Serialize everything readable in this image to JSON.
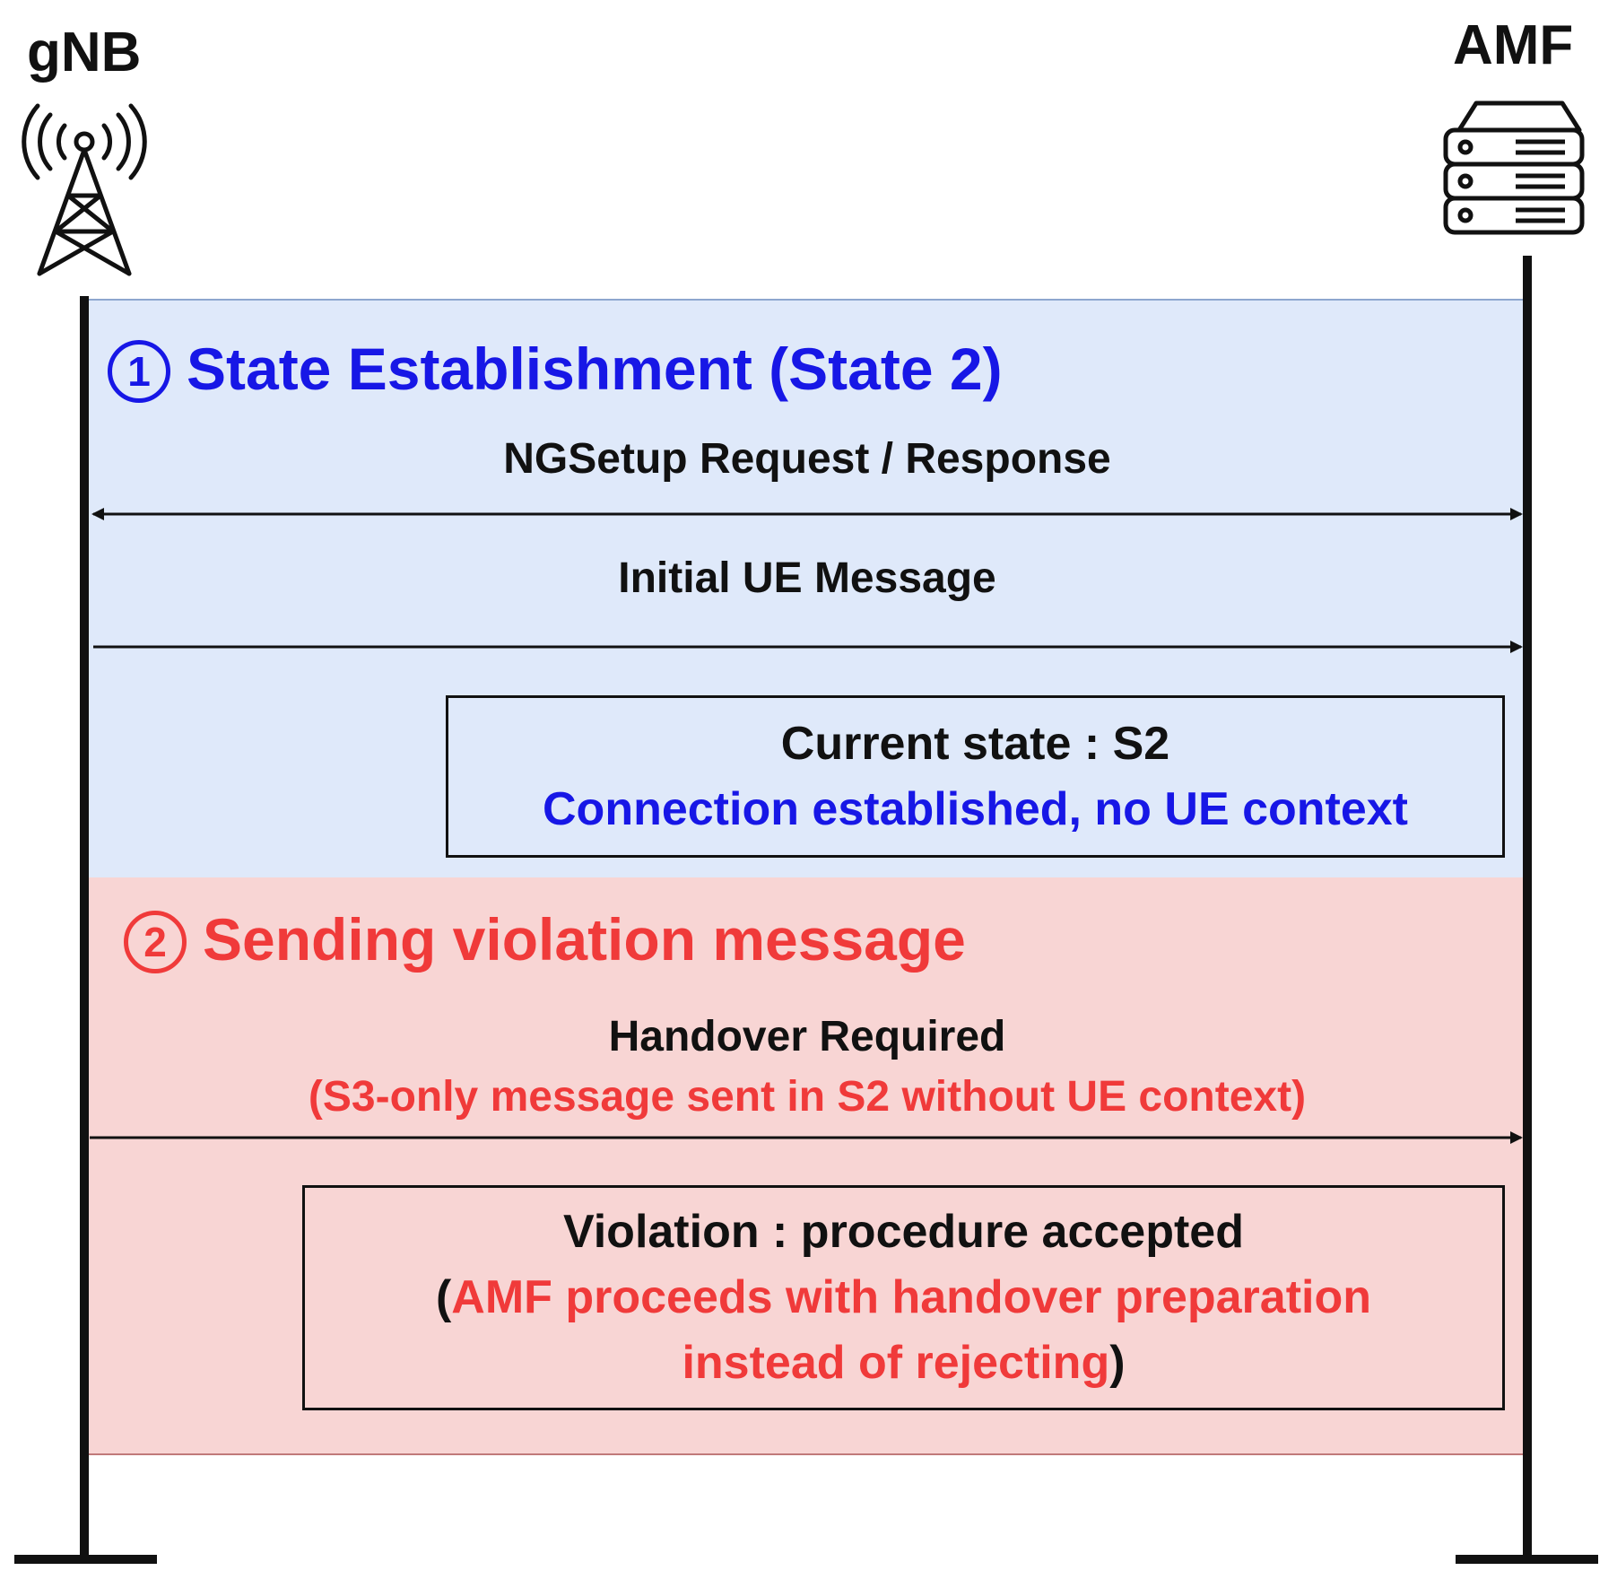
{
  "actors": {
    "left": {
      "label": "gNB",
      "icon": "cell-tower-icon"
    },
    "right": {
      "label": "AMF",
      "icon": "server-icon"
    }
  },
  "phases": [
    {
      "number": "1",
      "title": "State Establishment (State 2)",
      "color": "#1717e6",
      "background": "#dfe9fa",
      "messages": [
        {
          "label": "NGSetup Request / Response",
          "direction": "bidirectional"
        },
        {
          "label": "Initial UE Message",
          "direction": "gNB-to-AMF"
        }
      ],
      "state_box": {
        "line1": "Current state : S2",
        "line2": "Connection established, no UE context"
      }
    },
    {
      "number": "2",
      "title": "Sending violation message",
      "color": "#f03a3a",
      "background": "#f8d5d4",
      "messages": [
        {
          "label": "Handover Required",
          "note": "(S3-only message sent in S2 without UE context)",
          "direction": "gNB-to-AMF"
        }
      ],
      "state_box": {
        "line1": "Violation : procedure accepted",
        "open_paren": "(",
        "line2": "AMF proceeds with handover preparation",
        "line3": "instead of rejecting",
        "close_paren": ")"
      }
    }
  ]
}
